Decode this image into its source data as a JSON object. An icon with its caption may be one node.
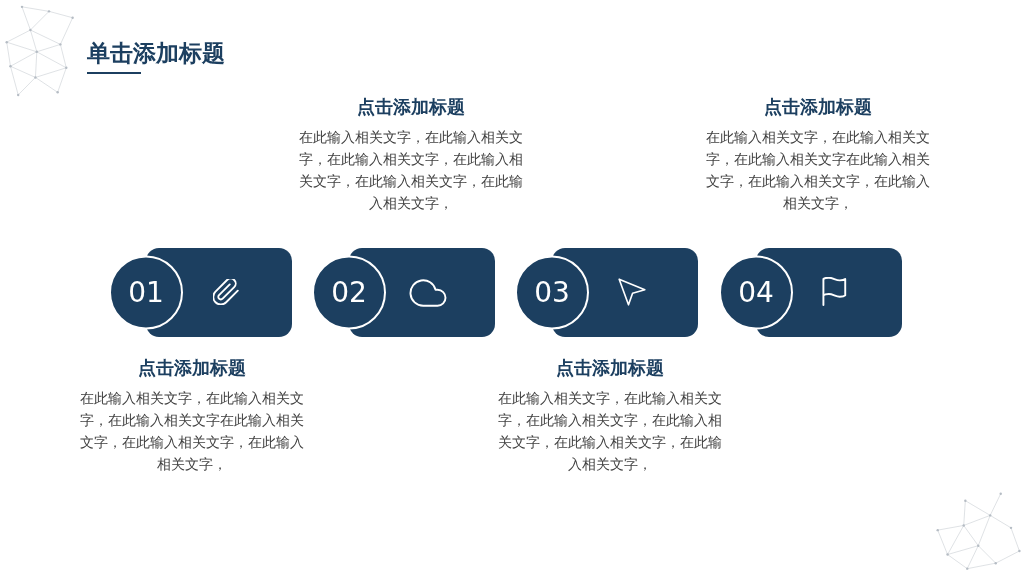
{
  "diagram": {
    "title": "单击添加标题",
    "nodes": [
      {
        "text": [
          "01"
        ],
        "beside": [
          "点击添加标题",
          "在此输入相关文字，在此输入相关文字，在此输入相关文字在此输入相关文字，在此输入相关文字，在此输入相关文字，"
        ]
      },
      {
        "text": [
          "02"
        ],
        "beside": [
          "点击添加标题",
          "在此输入相关文字，在此输入相关文字，在此输入相关文字，在此输入相关文字，在此输入相关文字，在此输入相关文字，"
        ]
      },
      {
        "text": [
          "03"
        ],
        "beside": [
          "点击添加标题",
          "在此输入相关文字，在此输入相关文字，在此输入相关文字，在此输入相关文字，在此输入相关文字，在此输入相关文字，"
        ]
      },
      {
        "text": [
          "04"
        ],
        "beside": [
          "点击添加标题",
          "在此输入相关文字，在此输入相关文字，在此输入相关文字在此输入相关文字，在此输入相关文字，在此输入相关文字，"
        ]
      }
    ]
  }
}
